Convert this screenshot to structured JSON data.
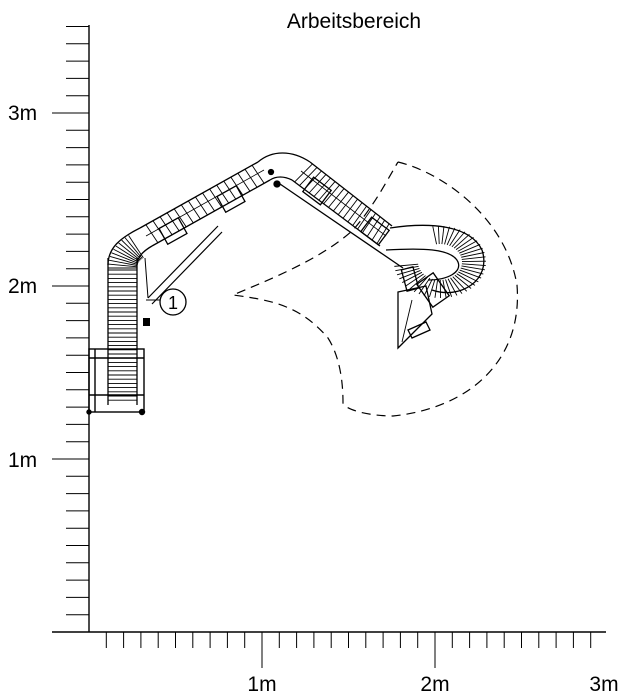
{
  "title": "Arbeitsbereich",
  "axes": {
    "y_labels": [
      "3m",
      "2m",
      "1m"
    ],
    "x_labels": [
      "1m",
      "2m",
      "3m"
    ]
  },
  "callout": {
    "number": "1"
  },
  "colors": {
    "ink": "#000000",
    "background": "#ffffff"
  }
}
